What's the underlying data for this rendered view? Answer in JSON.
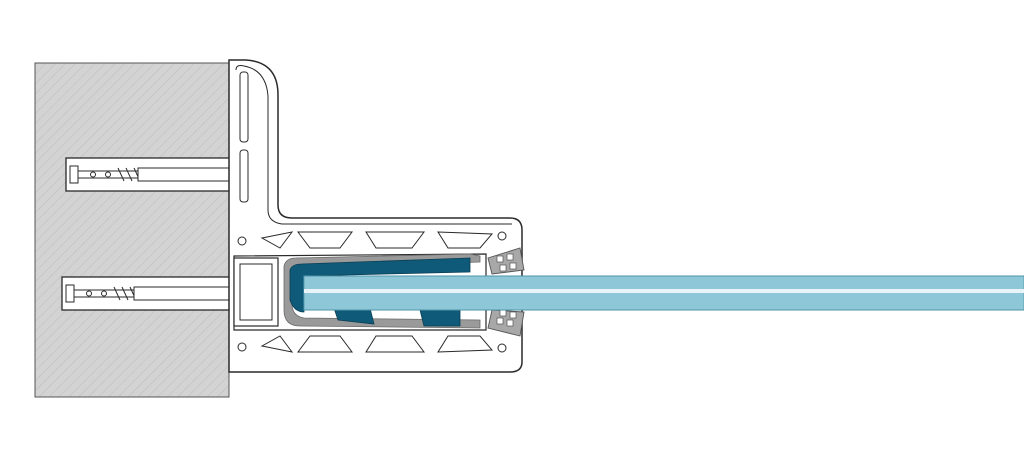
{
  "diagram": {
    "type": "cross-section",
    "components": [
      "concrete-slab",
      "anchor-bolt-upper",
      "anchor-bolt-lower",
      "aluminium-base-profile",
      "glass-clamping-wedge",
      "edge-gasket",
      "laminated-glass-panel"
    ],
    "colors": {
      "concrete_fill": "#d3d3d3",
      "concrete_hatch": "#b9b9b9",
      "outline": "#2a2a2a",
      "profile_fill": "#ffffff",
      "wedge_dark": "#0f5a78",
      "gasket_grey": "#9a9a9a",
      "glass_fill": "#8ec8d8",
      "glass_interlayer": "#e8f4f8"
    }
  }
}
